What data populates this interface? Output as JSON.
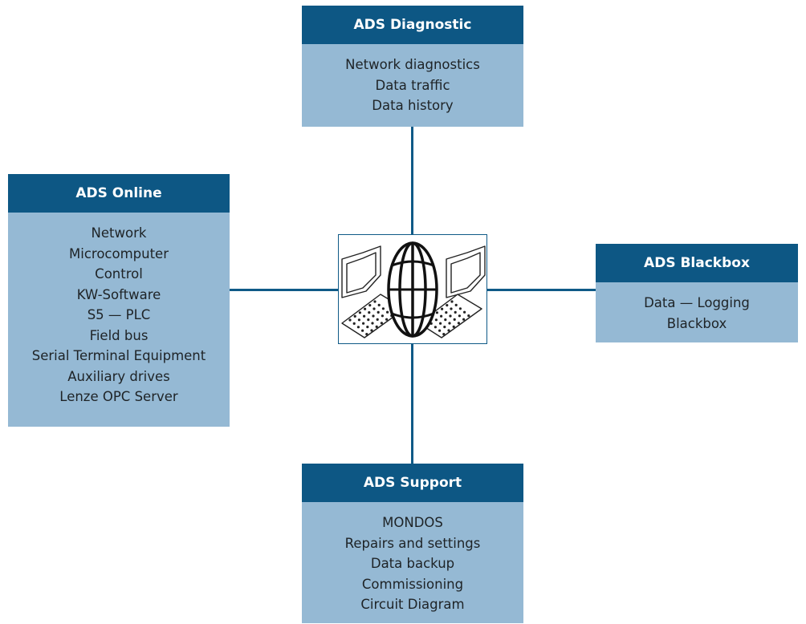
{
  "diagram": {
    "center_icon": "network-globe-computers-icon",
    "colors": {
      "header": "#0d5784",
      "body": "#95b9d4",
      "connector": "#0f5a87"
    },
    "boxes": {
      "diagnostic": {
        "title": "ADS Diagnostic",
        "items": [
          "Network diagnostics",
          "Data traffic",
          "Data history"
        ]
      },
      "online": {
        "title": "ADS Online",
        "items": [
          "Network",
          "Microcomputer",
          "Control",
          "KW-Software",
          "S5 — PLC",
          "Field bus",
          "Serial Terminal Equipment",
          "Auxiliary drives",
          "Lenze OPC Server"
        ]
      },
      "blackbox": {
        "title": "ADS Blackbox",
        "items": [
          "Data — Logging",
          "Blackbox"
        ]
      },
      "support": {
        "title": "ADS Support",
        "items": [
          "MONDOS",
          "Repairs and settings",
          "Data backup",
          "Commissioning",
          "Circuit Diagram"
        ]
      }
    }
  }
}
